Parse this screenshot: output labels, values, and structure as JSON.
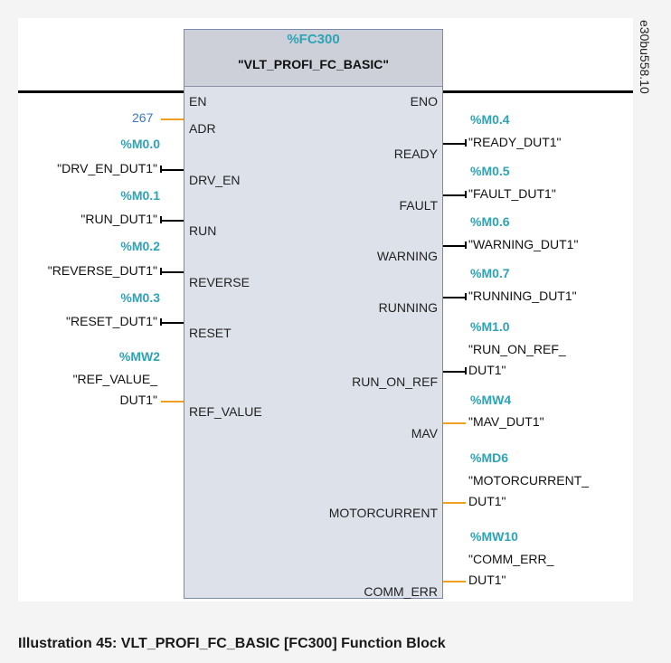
{
  "block": {
    "number": "%FC300",
    "name": "\"VLT_PROFI_FC_BASIC\""
  },
  "inputs": [
    {
      "pin": "EN"
    },
    {
      "pin": "ADR",
      "value": "267"
    },
    {
      "pin": "DRV_EN",
      "address": "%M0.0",
      "operand": "\"DRV_EN_DUT1\""
    },
    {
      "pin": "RUN",
      "address": "%M0.1",
      "operand": "\"RUN_DUT1\""
    },
    {
      "pin": "REVERSE",
      "address": "%M0.2",
      "operand": "\"REVERSE_DUT1\""
    },
    {
      "pin": "RESET",
      "address": "%M0.3",
      "operand": "\"RESET_DUT1\""
    },
    {
      "pin": "REF_VALUE",
      "address": "%MW2",
      "operand_line1": "\"REF_VALUE_",
      "operand_line2": "DUT1\""
    }
  ],
  "outputs": [
    {
      "pin": "ENO"
    },
    {
      "pin": "READY",
      "address": "%M0.4",
      "operand": "\"READY_DUT1\""
    },
    {
      "pin": "FAULT",
      "address": "%M0.5",
      "operand": "\"FAULT_DUT1\""
    },
    {
      "pin": "WARNING",
      "address": "%M0.6",
      "operand": "\"WARNING_DUT1\""
    },
    {
      "pin": "RUNNING",
      "address": "%M0.7",
      "operand": "\"RUNNING_DUT1\""
    },
    {
      "pin": "RUN_ON_REF",
      "address": "%M1.0",
      "operand_line1": "\"RUN_ON_REF_",
      "operand_line2": "DUT1\""
    },
    {
      "pin": "MAV",
      "address": "%MW4",
      "operand": "\"MAV_DUT1\""
    },
    {
      "pin": "MOTORCURRENT",
      "address": "%MD6",
      "operand_line1": "\"MOTORCURRENT_",
      "operand_line2": "DUT1\""
    },
    {
      "pin": "COMM_ERR",
      "address": "%MW10",
      "operand_line1": "\"COMM_ERR_",
      "operand_line2": "DUT1\""
    }
  ],
  "doc_id": "e30bu558.10",
  "caption": "Illustration  45:    VLT_PROFI_FC_BASIC [FC300] Function Block",
  "colors": {
    "address": "#2ea3b5",
    "constant": "#3a78c8",
    "analog_wire": "#f0a020",
    "block_fill": "#dde1ea"
  }
}
